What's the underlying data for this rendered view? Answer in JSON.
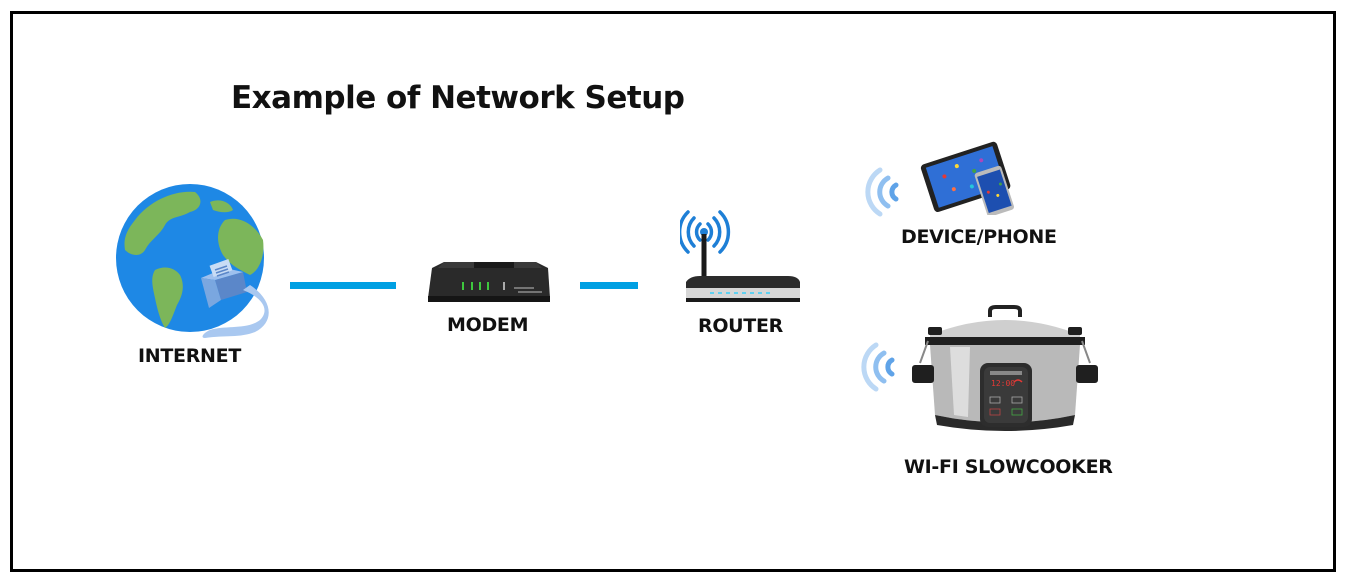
{
  "diagram": {
    "title": "Example of Network Setup",
    "colors": {
      "connector": "#00a0e3",
      "border": "#000000",
      "ocean": "#1e88e5",
      "land": "#7cb65a",
      "wifi_wave": "#1e7fd6",
      "plug": "#7aa7e0"
    },
    "nodes": [
      {
        "id": "internet",
        "label": "INTERNET",
        "icon": "globe-ethernet-icon"
      },
      {
        "id": "modem",
        "label": "MODEM",
        "icon": "modem-icon"
      },
      {
        "id": "router",
        "label": "ROUTER",
        "icon": "wireless-router-icon"
      },
      {
        "id": "device",
        "label": "DEVICE/PHONE",
        "icon": "tablet-phone-icon"
      },
      {
        "id": "slowcooker",
        "label": "WI-FI SLOWCOOKER",
        "icon": "slow-cooker-icon"
      }
    ],
    "edges": [
      {
        "from": "internet",
        "to": "modem",
        "type": "wired"
      },
      {
        "from": "modem",
        "to": "router",
        "type": "wired"
      },
      {
        "from": "router",
        "to": "device",
        "type": "wireless"
      },
      {
        "from": "router",
        "to": "slowcooker",
        "type": "wireless"
      }
    ],
    "slowcooker_display": "12:00"
  }
}
